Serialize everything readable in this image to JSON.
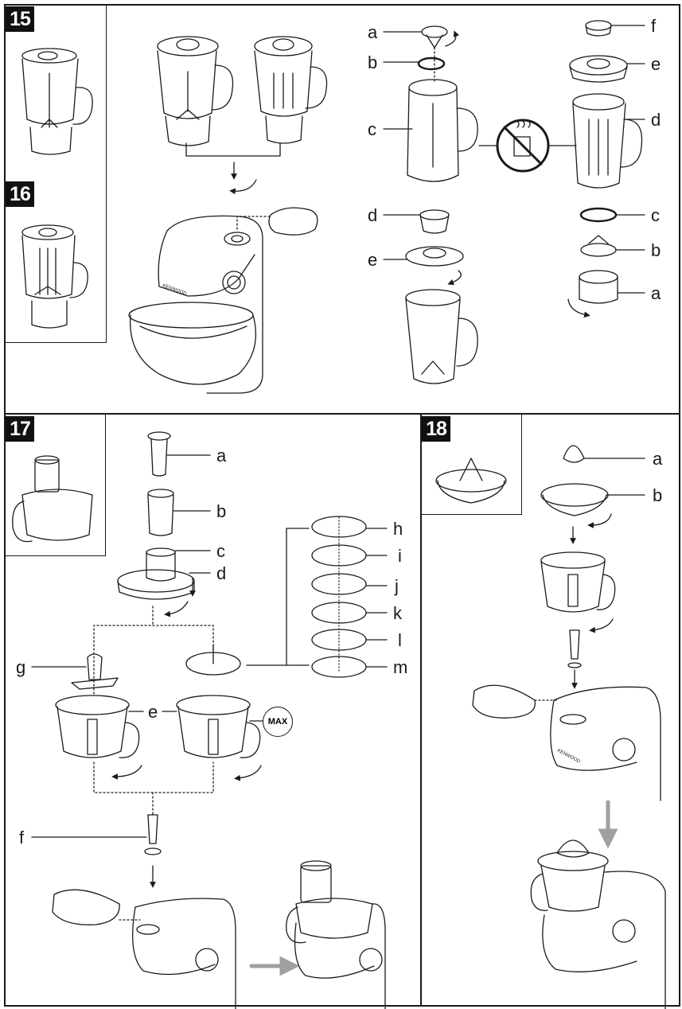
{
  "steps": {
    "s15": "15",
    "s16": "16",
    "s17": "17",
    "s18": "18"
  },
  "blender_parts_left": {
    "a": "a",
    "b": "b",
    "c": "c",
    "d": "d",
    "e": "e"
  },
  "blender_parts_right": {
    "f": "f",
    "e": "e",
    "d": "d",
    "c": "c",
    "b": "b",
    "a": "a"
  },
  "food_processor_parts": {
    "a": "a",
    "b": "b",
    "c": "c",
    "d": "d",
    "e": "e",
    "f": "f",
    "g": "g",
    "h": "h",
    "i": "i",
    "j": "j",
    "k": "k",
    "l": "l",
    "m": "m"
  },
  "max_label": "MAX",
  "juicer_parts": {
    "a": "a",
    "b": "b"
  },
  "brand_text": "KENWOOD",
  "icons": [
    "no-hot-liquid-icon",
    "rotate-arrow-icon",
    "down-arrow-icon",
    "right-arrow-icon"
  ]
}
